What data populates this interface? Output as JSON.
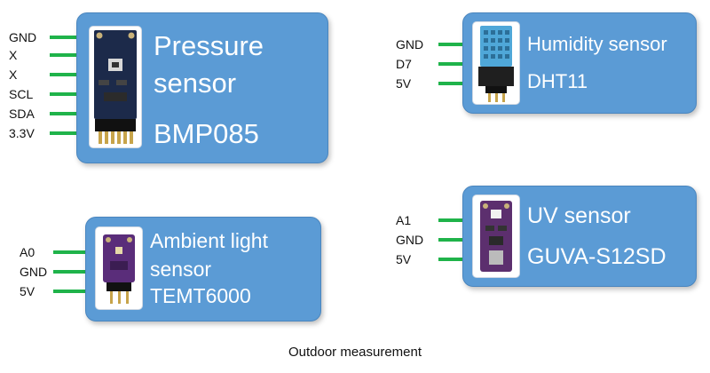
{
  "caption": "Outdoor measurement",
  "colors": {
    "card": "#5b9bd5",
    "pin_line": "#1fb34a"
  },
  "modules": [
    {
      "id": "pressure",
      "title_lines": [
        "Pressure",
        "sensor"
      ],
      "model": "BMP085",
      "pins": [
        "GND",
        "X",
        "X",
        "SCL",
        "SDA",
        "3.3V"
      ]
    },
    {
      "id": "humidity",
      "title_lines": [
        "Humidity sensor"
      ],
      "model": "DHT11",
      "pins": [
        "GND",
        "D7",
        "5V"
      ]
    },
    {
      "id": "ambient",
      "title_lines": [
        "Ambient light",
        "sensor"
      ],
      "model": "TEMT6000",
      "pins": [
        "A0",
        "GND",
        "5V"
      ]
    },
    {
      "id": "uv",
      "title_lines": [
        "UV sensor"
      ],
      "model": "GUVA-S12SD",
      "pins": [
        "A1",
        "GND",
        "5V"
      ]
    }
  ]
}
